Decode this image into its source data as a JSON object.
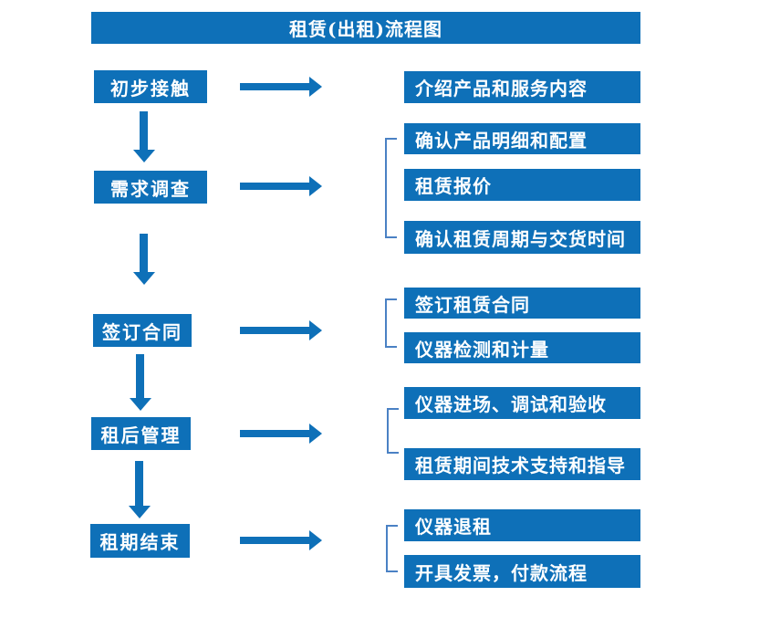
{
  "title": "租赁(出租)流程图",
  "colors": {
    "box_blue": "#0e70b8",
    "bracket_blue": "#4a81c4",
    "text": "#ffffff",
    "background": "#ffffff"
  },
  "steps": [
    {
      "label": "初步接触",
      "details": [
        "介绍产品和服务内容"
      ]
    },
    {
      "label": "需求调查",
      "details": [
        "确认产品明细和配置",
        "租赁报价",
        "确认租赁周期与交货时间"
      ]
    },
    {
      "label": "签订合同",
      "details": [
        "签订租赁合同",
        "仪器检测和计量"
      ]
    },
    {
      "label": "租后管理",
      "details": [
        "仪器进场、调试和验收",
        "租赁期间技术支持和指导"
      ]
    },
    {
      "label": "租期结束",
      "details": [
        "仪器退租",
        "开具发票，付款流程"
      ]
    }
  ]
}
